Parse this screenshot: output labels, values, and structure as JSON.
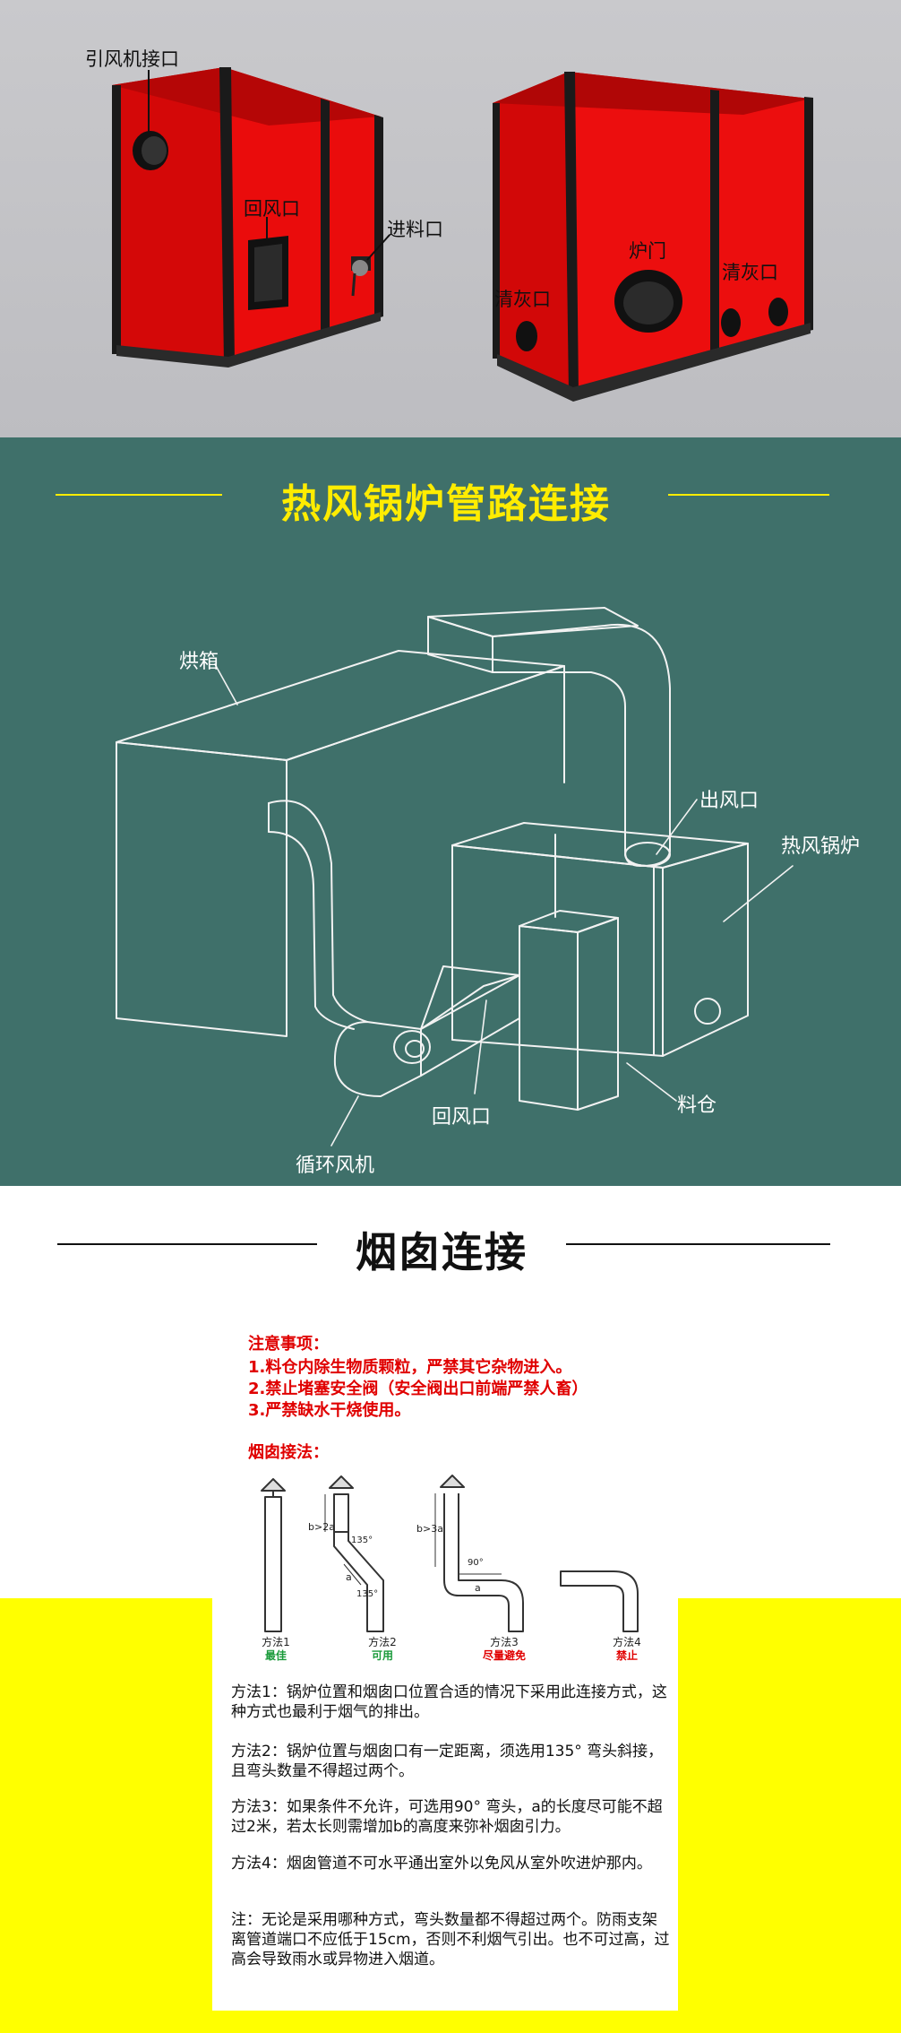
{
  "photos": {
    "callouts": [
      {
        "id": "yinfengji",
        "text": "引风机接口"
      },
      {
        "id": "huifeng",
        "text": "回风口"
      },
      {
        "id": "jinliao",
        "text": "进料口"
      },
      {
        "id": "qinghui_left",
        "text": "清灰口"
      },
      {
        "id": "lumen",
        "text": "炉门"
      },
      {
        "id": "qinghui_right",
        "text": "清灰口"
      }
    ],
    "colors": {
      "boiler_red": "#e30a0a",
      "frame_dark": "#1a1a1a",
      "background": "#c4c4c8"
    }
  },
  "pipe_section": {
    "title": "热风锅炉管路连接",
    "title_color": "#ffec00",
    "background": "#3f706a",
    "labels": {
      "hongxiang": "烘箱",
      "chufeng": "出风口",
      "reguo": "热风锅炉",
      "xunhuan": "循环风机",
      "huifeng": "回风口",
      "liaocang": "料仓"
    }
  },
  "chimney_section": {
    "title": "烟囱连接",
    "notes_title": "注意事项：",
    "notes": [
      "1.料仓内除生物质颗粒，严禁其它杂物进入。",
      "2.禁止堵塞安全阀（安全阀出口前端严禁人畜）",
      "3.严禁缺水干烧使用。"
    ],
    "method_title": "烟囱接法：",
    "methods": [
      {
        "name": "方法1",
        "tag": "最佳",
        "tag_color": "#1a9a3a"
      },
      {
        "name": "方法2",
        "tag": "可用",
        "tag_color": "#1a9a3a"
      },
      {
        "name": "方法3",
        "tag": "尽量避免",
        "tag_color": "#e00000"
      },
      {
        "name": "方法4",
        "tag": "禁止",
        "tag_color": "#e00000"
      }
    ],
    "diagram_labels": {
      "b2a": "b>2a",
      "b3a": "b>3a",
      "a": "a",
      "deg135": "135°",
      "deg90": "90°"
    },
    "paragraphs": [
      "方法1：锅炉位置和烟囱口位置合适的情况下采用此连接方式，这种方式也最利于烟气的排出。",
      "方法2：锅炉位置与烟囱口有一定距离，须选用135° 弯头斜接，且弯头数量不得超过两个。",
      "方法3：如果条件不允许，可选用90° 弯头，a的长度尽可能不超过2米，若太长则需增加b的高度来弥补烟囱引力。",
      "方法4：烟囱管道不可水平通出室外以免风从室外吹进炉那内。",
      "注：无论是采用哪种方式，弯头数量都不得超过两个。防雨支架离管道端口不应低于15cm，否则不利烟气引出。也不可过高，过高会导致雨水或异物进入烟道。"
    ],
    "highlight_color": "#ffff00"
  }
}
